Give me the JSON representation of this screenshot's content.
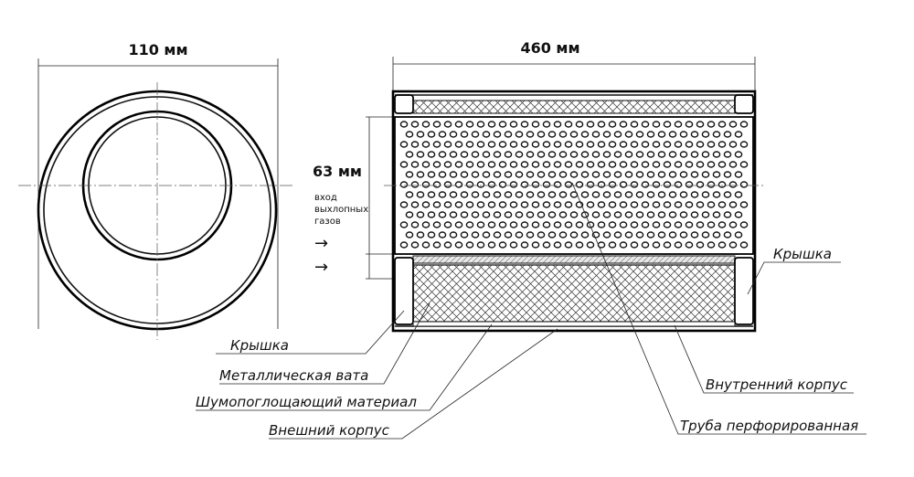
{
  "dimensions": {
    "diameter": "110 мм",
    "length": "460 мм",
    "inlet": "63 мм"
  },
  "inlet_note": [
    "вход",
    "выхлопных",
    "газов"
  ],
  "arrows": [
    "→",
    "→"
  ],
  "labels": {
    "left_cap": "Крышка",
    "right_cap": "Крышка",
    "metal_wool": "Металлическая вата",
    "sound_absorbing": "Шумопоглощающий материал",
    "outer_shell": "Внешний корпус",
    "inner_shell": "Внутренний корпус",
    "perforated_pipe": "Труба перфорированная"
  }
}
